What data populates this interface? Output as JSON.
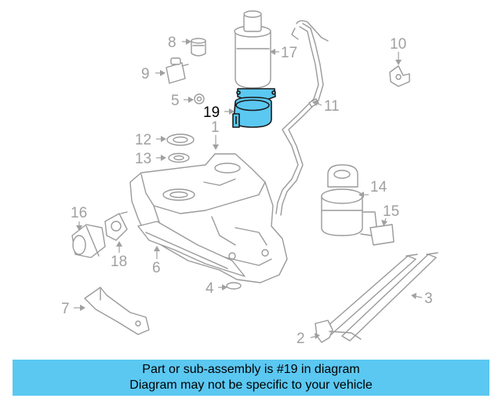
{
  "callouts": {
    "c1": "1",
    "c2": "2",
    "c3": "3",
    "c4": "4",
    "c5": "5",
    "c6": "6",
    "c7": "7",
    "c8": "8",
    "c9": "9",
    "c10": "10",
    "c11": "11",
    "c12": "12",
    "c13": "13",
    "c14": "14",
    "c15": "15",
    "c16": "16",
    "c17": "17",
    "c18": "18",
    "c19": "19"
  },
  "highlight": {
    "part_number": "19",
    "color": "#5bc8f2"
  },
  "banner": {
    "line1": "Part or sub-assembly is #19 in diagram",
    "line2": "Diagram may not be specific to your vehicle",
    "background": "#5bc8f2"
  }
}
